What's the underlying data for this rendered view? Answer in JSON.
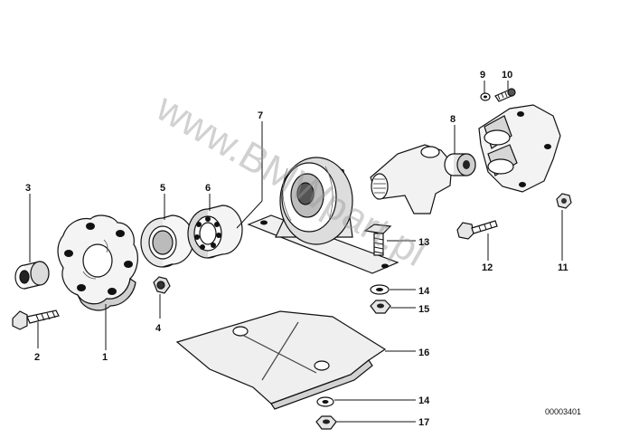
{
  "diagram": {
    "drawing_code": "00003401",
    "watermark": "www.BMWpart.pl",
    "callouts": {
      "c1": "1",
      "c2": "2",
      "c3": "3",
      "c4": "4",
      "c5": "5",
      "c6": "6",
      "c7": "7",
      "c8": "8",
      "c9": "9",
      "c10": "10",
      "c11": "11",
      "c12": "12",
      "c13": "13",
      "c14a": "14",
      "c14b": "14",
      "c15": "15",
      "c16": "16",
      "c17": "17"
    },
    "parts": [
      {
        "number": "1",
        "part": "flexible-disc"
      },
      {
        "number": "2",
        "part": "bolt"
      },
      {
        "number": "3",
        "part": "centering-sleeve"
      },
      {
        "number": "4",
        "part": "self-locking-nut"
      },
      {
        "number": "5",
        "part": "shaft-seal"
      },
      {
        "number": "6",
        "part": "ball-bearing"
      },
      {
        "number": "7",
        "part": "center-mount"
      },
      {
        "number": "8",
        "part": "needle-bearing"
      },
      {
        "number": "9",
        "part": "washer"
      },
      {
        "number": "10",
        "part": "grease-nipple"
      },
      {
        "number": "11",
        "part": "hex-nut"
      },
      {
        "number": "12",
        "part": "bolt"
      },
      {
        "number": "13",
        "part": "hex-bolt"
      },
      {
        "number": "14",
        "part": "washer"
      },
      {
        "number": "15",
        "part": "hex-nut"
      },
      {
        "number": "16",
        "part": "heat-shield"
      },
      {
        "number": "17",
        "part": "hex-nut"
      }
    ]
  }
}
